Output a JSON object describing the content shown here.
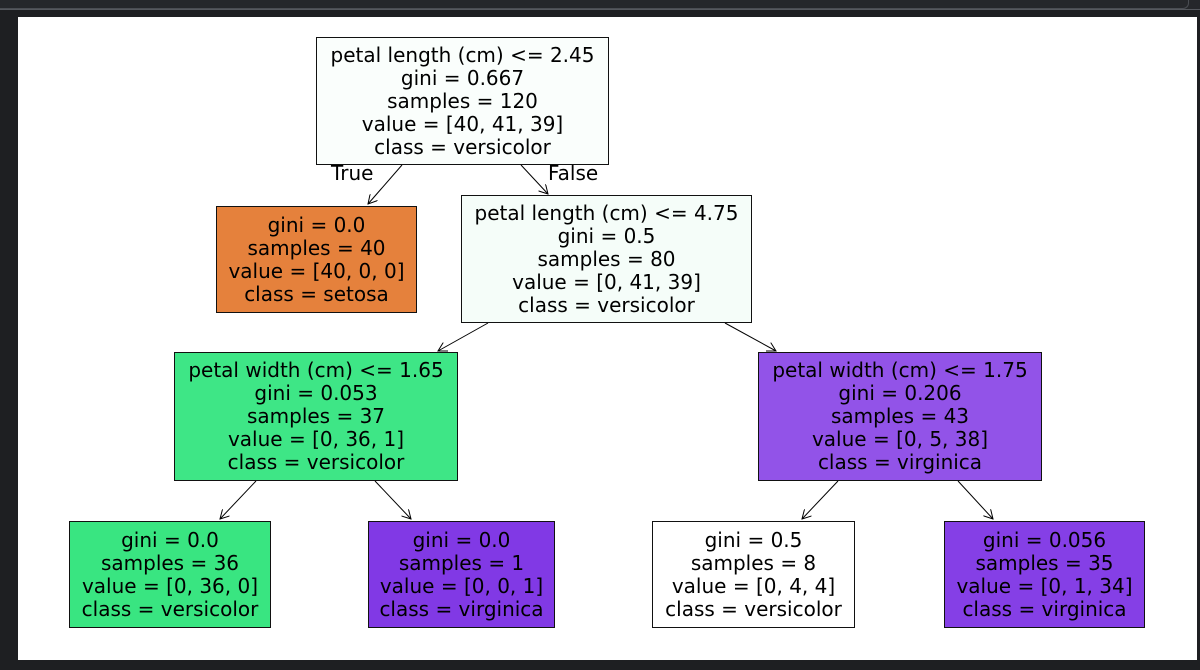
{
  "tree": {
    "nodes": {
      "n0": {
        "lines": [
          "petal length (cm) <= 2.45",
          "gini = 0.667",
          "samples = 120",
          "value = [40, 41, 39]",
          "class = versicolor"
        ],
        "fill": "#fafefc"
      },
      "n1": {
        "lines": [
          "gini = 0.0",
          "samples = 40",
          "value = [40, 0, 0]",
          "class = setosa"
        ],
        "fill": "#e5813c"
      },
      "n2": {
        "lines": [
          "petal length (cm) <= 4.75",
          "gini = 0.5",
          "samples = 80",
          "value = [0, 41, 39]",
          "class = versicolor"
        ],
        "fill": "#f5fdf9"
      },
      "n3": {
        "lines": [
          "petal width (cm) <= 1.65",
          "gini = 0.053",
          "samples = 37",
          "value = [0, 36, 1]",
          "class = versicolor"
        ],
        "fill": "#3ee686"
      },
      "n4": {
        "lines": [
          "petal width (cm) <= 1.75",
          "gini = 0.206",
          "samples = 43",
          "value = [0, 5, 38]",
          "class = virginica"
        ],
        "fill": "#9253e8"
      },
      "n5": {
        "lines": [
          "gini = 0.0",
          "samples = 36",
          "value = [0, 36, 0]",
          "class = versicolor"
        ],
        "fill": "#39e581"
      },
      "n6": {
        "lines": [
          "gini = 0.0",
          "samples = 1",
          "value = [0, 0, 1]",
          "class = virginica"
        ],
        "fill": "#8139e5"
      },
      "n7": {
        "lines": [
          "gini = 0.5",
          "samples = 8",
          "value = [0, 4, 4]",
          "class = versicolor"
        ],
        "fill": "#ffffff"
      },
      "n8": {
        "lines": [
          "gini = 0.056",
          "samples = 35",
          "value = [0, 1, 34]",
          "class = virginica"
        ],
        "fill": "#853fe6"
      }
    },
    "edge_labels": {
      "true": "True",
      "false": "False"
    }
  }
}
